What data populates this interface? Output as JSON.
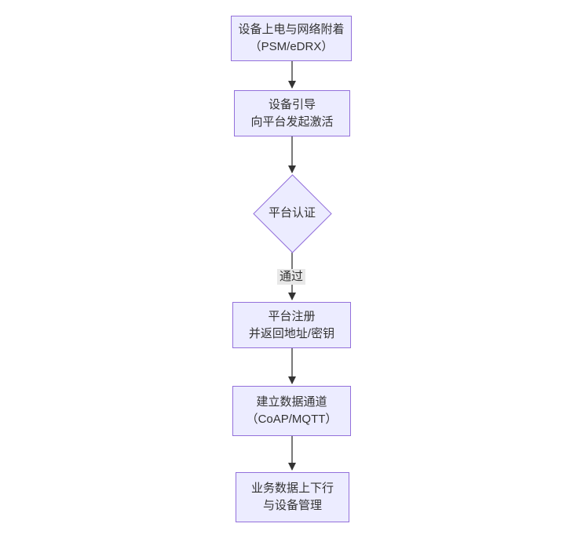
{
  "diagram": {
    "type": "flowchart",
    "direction": "top-down",
    "nodes": [
      {
        "id": "power_attach",
        "shape": "rect",
        "lines": [
          "设备上电与网络附着",
          "（PSM/eDRX）"
        ]
      },
      {
        "id": "bootstrap",
        "shape": "rect",
        "lines": [
          "设备引导",
          "向平台发起激活"
        ]
      },
      {
        "id": "auth",
        "shape": "diamond",
        "lines": [
          "平台认证"
        ]
      },
      {
        "id": "register",
        "shape": "rect",
        "lines": [
          "平台注册",
          "并返回地址/密钥"
        ]
      },
      {
        "id": "data_channel",
        "shape": "rect",
        "lines": [
          "建立数据通道",
          "（CoAP/MQTT）"
        ]
      },
      {
        "id": "business_data",
        "shape": "rect",
        "lines": [
          "业务数据上下行",
          "与设备管理"
        ]
      }
    ],
    "edges": [
      {
        "from": "power_attach",
        "to": "bootstrap",
        "label": ""
      },
      {
        "from": "bootstrap",
        "to": "auth",
        "label": ""
      },
      {
        "from": "auth",
        "to": "register",
        "label": "通过"
      },
      {
        "from": "register",
        "to": "data_channel",
        "label": ""
      },
      {
        "from": "data_channel",
        "to": "business_data",
        "label": ""
      }
    ],
    "colors": {
      "node_fill": "#ECECFF",
      "node_border": "#9370DB",
      "text": "#333333",
      "arrow": "#333333",
      "edge_label_bg": "#e8e8e8",
      "canvas_bg": "#ffffff"
    }
  }
}
